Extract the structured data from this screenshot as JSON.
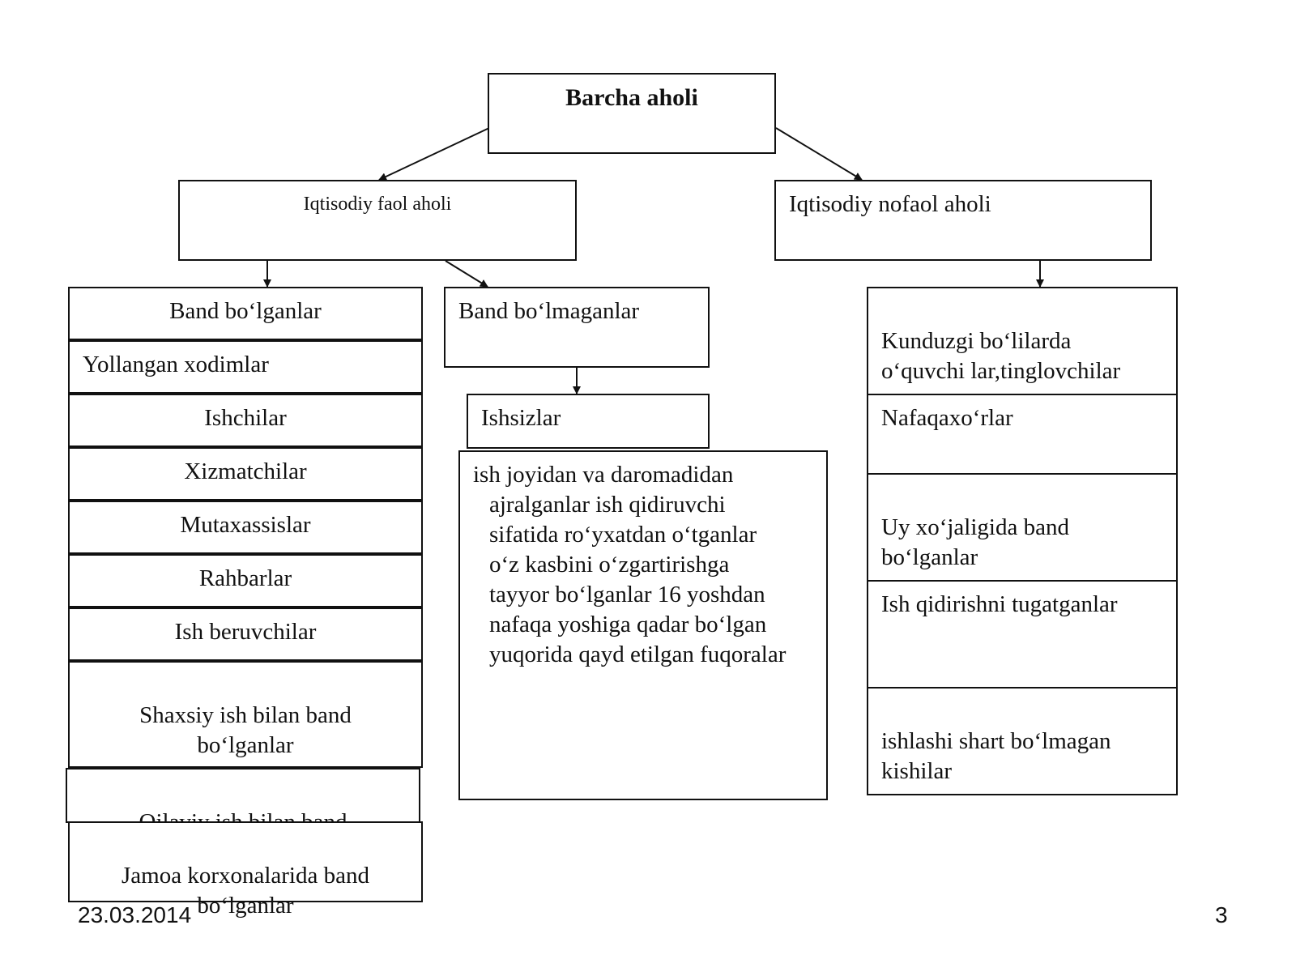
{
  "root": {
    "label": "Barcha aholi"
  },
  "active": {
    "label": "Iqtisodiy faol aholi"
  },
  "inactive": {
    "label": "Iqtisodiy nofaol aholi"
  },
  "employed": {
    "header": "Band bo‘lganlar",
    "items": [
      "Yollangan xodimlar",
      "Ishchilar",
      "Xizmatchilar",
      "Mutaxassislar",
      "Rahbarlar",
      "Ish beruvchilar",
      "Shaxsiy ish bilan band\nbo‘lganlar",
      "Oilaviy ish bilan band\nbo‘lganlar",
      "Jamoa korxonalarida band\nbo‘lganlar"
    ]
  },
  "not_employed": {
    "header": "Band bo‘lmaganlar",
    "unemployed": "Ishsizlar",
    "description_first": "ish joyidan va daromadidan",
    "description_rest": "ajralganlar ish qidiruvchi\nsifatida ro‘yxatdan o‘tganlar\no‘z kasbini o‘zgartirishga\ntayyor bo‘lganlar 16 yoshdan\nnafaqa yoshiga qadar  bo‘lgan\nyuqorida qayd etilgan fuqoralar"
  },
  "inactive_items": [
    "Kunduzgi bo‘lilarda\no‘quvchi lar,tinglovchilar",
    "Nafaqaxo‘rlar",
    "Uy xo‘jaligida band\nbo‘lganlar",
    "Ish qidirishni tugatganlar",
    "ishlashi shart bo‘lmagan\nkishilar"
  ],
  "footer": {
    "date": "23.03.2014",
    "page": "3"
  },
  "colors": {
    "line": "#111111",
    "background": "#ffffff"
  }
}
